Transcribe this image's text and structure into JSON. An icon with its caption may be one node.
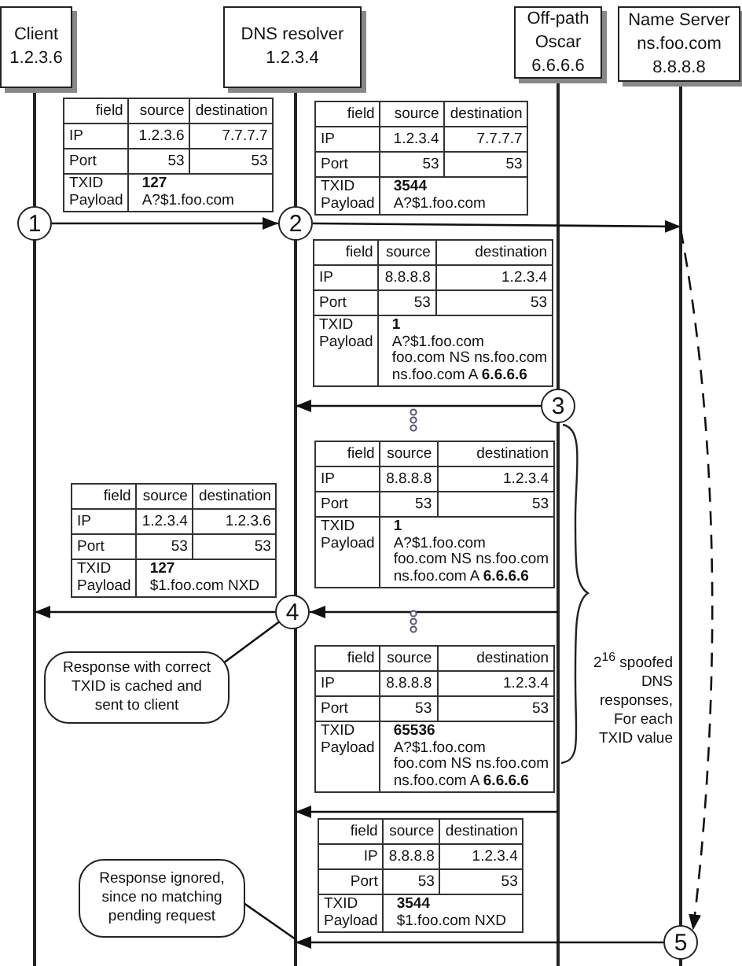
{
  "diagram": {
    "nodes": [
      {
        "text": [
          "Client 1.2.3.6"
        ]
      },
      {
        "text": [
          "DNS resolver 1.2.3.4"
        ]
      },
      {
        "text": [
          "Off-path Oscar 6.6.6.6"
        ]
      },
      {
        "text": [
          "Name Server ns.foo.com 8.8.8.8"
        ]
      },
      {
        "text": [
          "1"
        ]
      },
      {
        "text": [
          "2"
        ]
      },
      {
        "text": [
          "3"
        ]
      },
      {
        "text": [
          "4"
        ]
      },
      {
        "text": [
          "5"
        ]
      },
      {
        "text": [
          "Response with correct TXID is cached and sent to client"
        ]
      },
      {
        "text": [
          "Response ignored, since no matching pending request"
        ]
      },
      {
        "text": [],
        "shape": "line"
      },
      {
        "text": [],
        "shape": "line"
      },
      {
        "text": [],
        "shape": "line"
      },
      {
        "text": [],
        "shape": "line"
      }
    ],
    "edges": [
      {
        "from": 4,
        "to": 5,
        "arrow": "to"
      },
      {
        "from": 5,
        "to": 14,
        "arrow": "to"
      },
      {
        "from": 14,
        "to": 8,
        "arrow": "to",
        "style": "dashed"
      },
      {
        "from": 6,
        "to": 12,
        "arrow": "to"
      },
      {
        "from": 13,
        "to": 7,
        "arrow": "to"
      },
      {
        "from": 13,
        "to": 12,
        "arrow": "to"
      },
      {
        "from": 7,
        "to": 11,
        "arrow": "to"
      },
      {
        "from": 8,
        "to": 12,
        "arrow": "to"
      },
      {
        "from": 9,
        "to": 7,
        "arrow": "none"
      },
      {
        "from": 10,
        "to": 12,
        "arrow": "none"
      }
    ],
    "labels": [
      "field",
      "source",
      "destination",
      "IP",
      "1.2.3.6",
      "7.7.7.7",
      "Port",
      "53",
      "53",
      "TXID",
      "Payload",
      "127",
      "A?$1.foo.com",
      "field",
      "source",
      "destination",
      "IP",
      "1.2.3.4",
      "7.7.7.7",
      "Port",
      "53",
      "53",
      "TXID",
      "Payload",
      "3544",
      "A?$1.foo.com",
      "field",
      "source",
      "destination",
      "IP",
      "8.8.8.8",
      "1.2.3.4",
      "Port",
      "53",
      "53",
      "TXID",
      "Payload",
      "1",
      "A?$1.foo.com",
      "foo.com NS ns.foo.com",
      "ns.foo.com A **6.6.6.6**",
      "field",
      "source",
      "destination",
      "IP",
      "8.8.8.8",
      "1.2.3.4",
      "Port",
      "53",
      "53",
      "TXID",
      "Payload",
      "1",
      "A?$1.foo.com",
      "foo.com NS ns.foo.com",
      "ns.foo.com A **6.6.6.6**",
      "field",
      "source",
      "destination",
      "IP",
      "1.2.3.4",
      "1.2.3.6",
      "Port",
      "53",
      "53",
      "TXID",
      "Payload",
      "127",
      "$1.foo.com NXD",
      "2$^{16}$ spoofed DNS responses, For each TXID value",
      "field",
      "source",
      "destination",
      "IP",
      "8.8.8.8",
      "1.2.3.4",
      "Port",
      "53",
      "53",
      "TXID",
      "Payload",
      "65536",
      "A?$1.foo.com",
      "foo.com NS ns.foo.com",
      "ns.foo.com A **6.6.6.6**",
      "field",
      "source",
      "destination",
      "IP",
      "8.8.8.8",
      "1.2.3.4",
      "Port",
      "53",
      "53",
      "TXID",
      "Payload",
      "3544",
      "$1.foo.com NXD"
    ]
  }
}
